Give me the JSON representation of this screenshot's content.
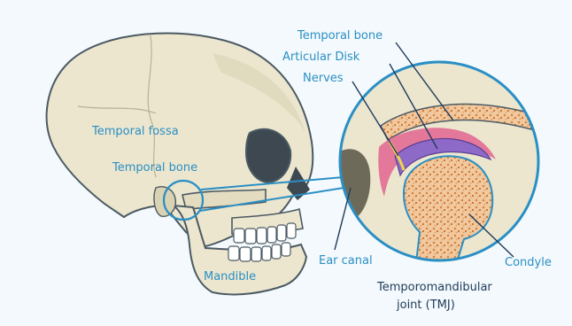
{
  "labels": {
    "temporal_fossa": "Temporal fossa",
    "temporal_bone_skull": "Temporal bone",
    "mandible": "Mandible",
    "temporal_bone_inset": "Temporal bone",
    "articular_disk": "Articular Disk",
    "nerves": "Nerves",
    "ear_canal": "Ear canal",
    "condyle": "Condyle",
    "tmj_line1": "Temporomandibular",
    "tmj_line2": "joint (TMJ)"
  },
  "colors": {
    "background": "#f3f9fc",
    "bone": "#ece6cf",
    "bone_shadow": "#d9d2b3",
    "outline": "#4b5a63",
    "accent_blue": "#2a8fc4",
    "marrow": "#d9843e",
    "disk_purple": "#8e6ac8",
    "soft_pink": "#e4789a",
    "label_dark": "#1f3a5a"
  },
  "icons": {
    "skull": "skull-illustration",
    "magnifier": "tmj-zoom-inset"
  }
}
